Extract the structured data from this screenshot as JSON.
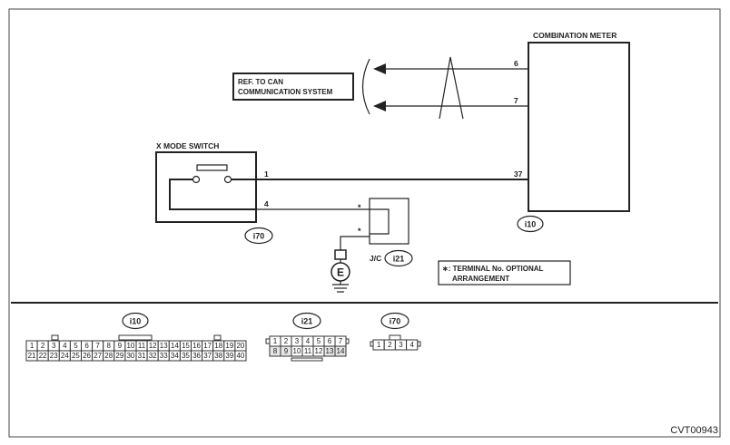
{
  "combination_meter": {
    "title": "COMBINATION METER",
    "connector": "i10",
    "pins": [
      "6",
      "7",
      "37"
    ]
  },
  "can_ref": {
    "line1": "REF. TO CAN",
    "line2": "COMMUNICATION SYSTEM"
  },
  "x_mode_switch": {
    "title": "X MODE SWITCH",
    "connector": "i70",
    "pins": [
      "1",
      "4"
    ]
  },
  "junction": {
    "label": "J/C",
    "connector": "i21",
    "pins": [
      "*",
      "*"
    ]
  },
  "ground": {
    "symbol": "E"
  },
  "note": {
    "line1": "∗: TERMINAL No. OPTIONAL",
    "line2": "ARRANGEMENT"
  },
  "connectors": {
    "i10": {
      "label": "i10",
      "row1": [
        "1",
        "2",
        "3",
        "4",
        "5",
        "6",
        "7",
        "8",
        "9",
        "10",
        "11",
        "12",
        "13",
        "14",
        "15",
        "16",
        "17",
        "18",
        "19",
        "20"
      ],
      "row2": [
        "21",
        "22",
        "23",
        "24",
        "25",
        "26",
        "27",
        "28",
        "29",
        "30",
        "31",
        "32",
        "33",
        "34",
        "35",
        "36",
        "37",
        "38",
        "39",
        "40"
      ]
    },
    "i21": {
      "label": "i21",
      "row1": [
        "1",
        "2",
        "3",
        "4",
        "5",
        "6",
        "7"
      ],
      "row2": [
        "8",
        "9",
        "10",
        "11",
        "12",
        "13",
        "14"
      ]
    },
    "i70": {
      "label": "i70",
      "row1": [
        "1",
        "2",
        "3",
        "4"
      ]
    }
  },
  "footer": {
    "code": "CVT00943"
  },
  "colors": {
    "line": "#222222",
    "shaded_pin": "#e6e6e6",
    "background": "#ffffff"
  }
}
